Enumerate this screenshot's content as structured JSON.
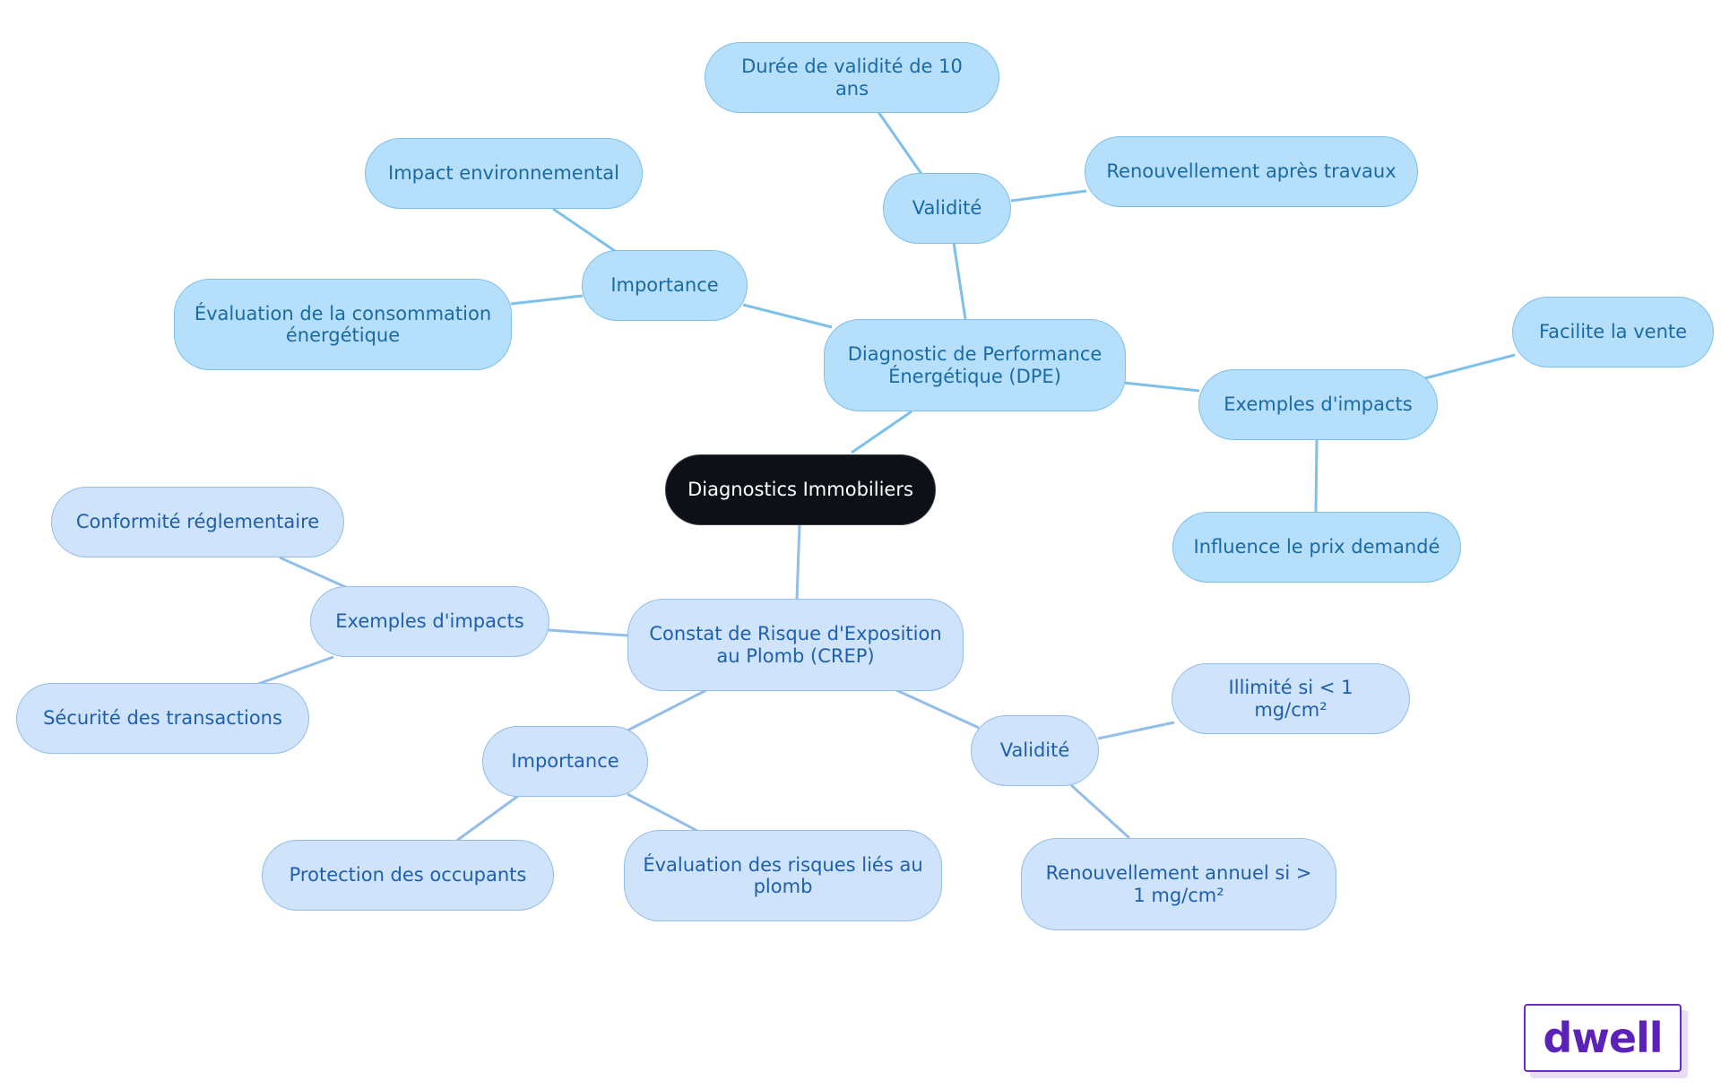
{
  "root": {
    "label": "Diagnostics Immobiliers"
  },
  "dpe": {
    "label": "Diagnostic de Performance Énergétique (DPE)",
    "importance": {
      "label": "Importance",
      "items": [
        "Impact environnemental",
        "Évaluation de la consommation énergétique"
      ]
    },
    "validite": {
      "label": "Validité",
      "items": [
        "Durée de validité de 10 ans",
        "Renouvellement après travaux"
      ]
    },
    "impacts": {
      "label": "Exemples d'impacts",
      "items": [
        "Facilite la vente",
        "Influence le prix demandé"
      ]
    }
  },
  "crep": {
    "label": "Constat de Risque d'Exposition au Plomb (CREP)",
    "impacts": {
      "label": "Exemples d'impacts",
      "items": [
        "Conformité réglementaire",
        "Sécurité des transactions"
      ]
    },
    "importance": {
      "label": "Importance",
      "items": [
        "Protection des occupants",
        "Évaluation des risques liés au plomb"
      ]
    },
    "validite": {
      "label": "Validité",
      "items": [
        "Illimité si < 1 mg/cm²",
        "Renouvellement annuel si > 1 mg/cm²"
      ]
    }
  },
  "brand": {
    "logo_text": "dwell"
  },
  "colors": {
    "root_fill": "#0d1117",
    "dpe_fill": "#b5dffb",
    "dpe_edge": "#7cc0ec",
    "crep_fill": "#cfe3fa",
    "crep_edge": "#93bdea",
    "logo": "#5a22b8"
  }
}
